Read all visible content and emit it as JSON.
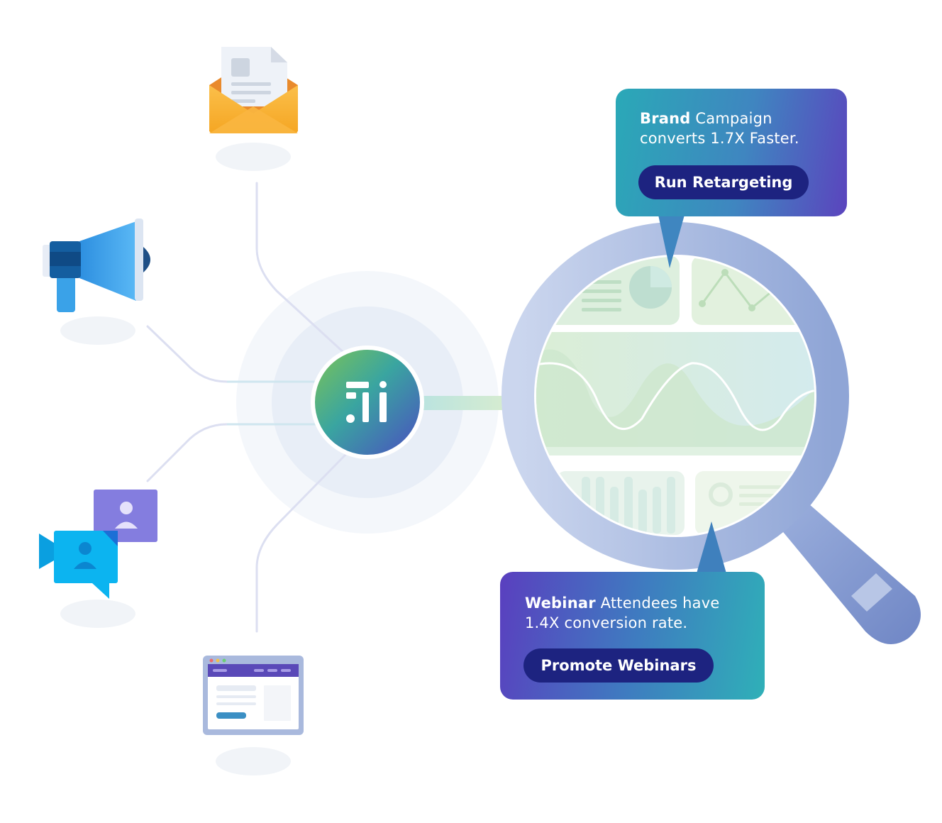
{
  "callouts": {
    "brand": {
      "emphasis": "Brand",
      "text_line1": " Campaign",
      "text_line2": "converts 1.7X Faster.",
      "button_label": "Run Retargeting"
    },
    "webinar": {
      "emphasis": "Webinar",
      "text_line1": " Attendees have",
      "text_line2": "1.4X conversion rate.",
      "button_label": "Promote Webinars"
    }
  },
  "hub": {
    "logo_text": "",
    "logo_icon": "brand-logo-icon"
  },
  "channels": [
    {
      "name": "email",
      "icon": "email-envelope-icon"
    },
    {
      "name": "advertising",
      "icon": "megaphone-icon"
    },
    {
      "name": "webinar",
      "icon": "video-call-icon"
    },
    {
      "name": "website",
      "icon": "browser-window-icon"
    }
  ],
  "colors": {
    "teal": "#2aa9b7",
    "purple": "#5b44be",
    "navy": "#1d2380",
    "ring": "#a9b9dd",
    "line": "#d9dcf0"
  }
}
